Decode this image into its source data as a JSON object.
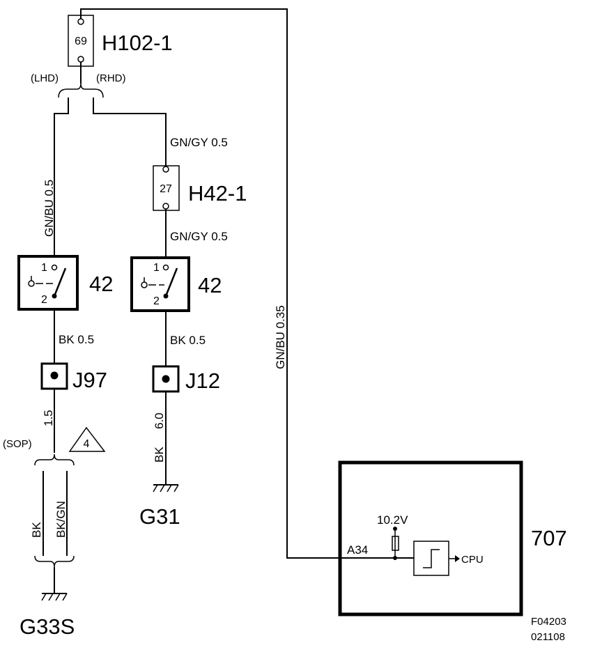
{
  "connectors": {
    "h102": {
      "name": "H102-1",
      "pin": "69"
    },
    "h42": {
      "name": "H42-1",
      "pin": "27"
    }
  },
  "variants": {
    "lhd": "(LHD)",
    "rhd": "(RHD)",
    "sop": "(SOP)"
  },
  "wires": {
    "gnbu_left": "GN/BU  0.5",
    "gngy_upper": "GN/GY  0.5",
    "gngy_lower": "GN/GY  0.5",
    "bk_left": "BK     0.5",
    "bk_right": "BK     0.5",
    "left_size": "1.5",
    "g31_color": "BK",
    "g31_size": "6.0",
    "sop_bk": "BK",
    "sop_bkgn": "BK/GN",
    "gnbu_long": "GN/BU   0.35"
  },
  "switches": {
    "left": {
      "id": "42",
      "pin1": "1",
      "pin2": "2"
    },
    "right": {
      "id": "42",
      "pin1": "1",
      "pin2": "2"
    }
  },
  "splices": {
    "j97": "J97",
    "j12": "J12"
  },
  "grounds": {
    "g31": "G31",
    "g33s": "G33S"
  },
  "note_ref": "4",
  "module": {
    "id": "707",
    "pin": "A34",
    "voltage": "10.2V",
    "output": "CPU"
  },
  "figure": {
    "code": "F04203",
    "date": "021108"
  }
}
